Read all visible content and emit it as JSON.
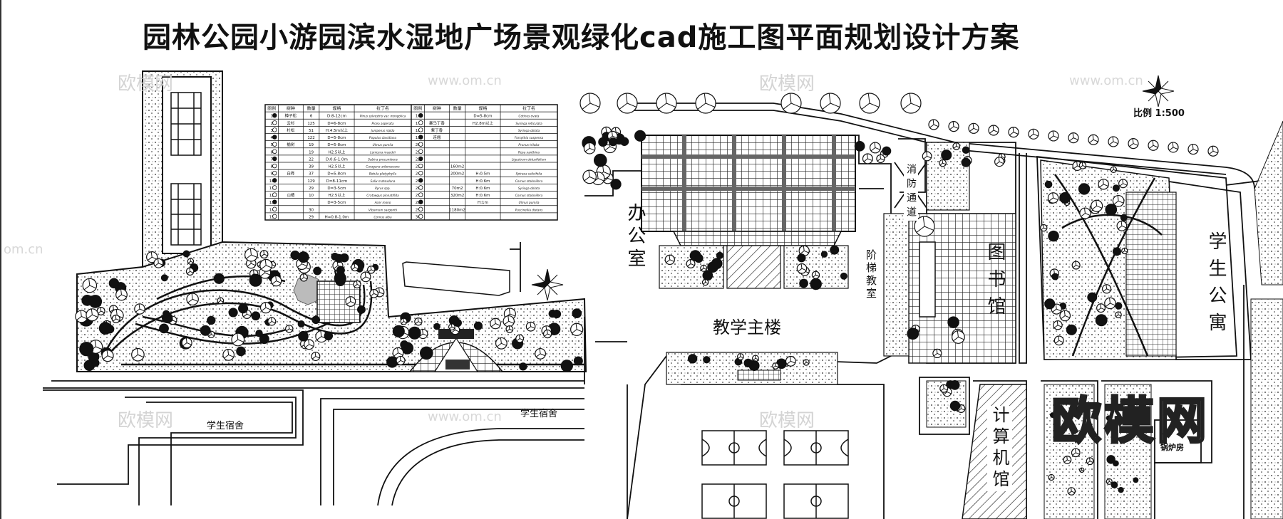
{
  "title": "园林公园小游园滨水湿地广场景观绿化cad施工图平面规划设计方案",
  "scale_label": "比例 1:500",
  "labels": {
    "office": "办公室",
    "main_building": "教学主楼",
    "stair_classroom": "阶梯教室",
    "fire_lane": "消防通道",
    "library": "图书馆",
    "student_apartment": "学生公寓",
    "dorm_left": "学生宿舍",
    "dorm_right": "学生宿舍",
    "computer_hall": "计算机馆",
    "boiler_room": "锅炉房"
  },
  "watermark": {
    "brand": "欧模网",
    "url": "www.om.cn",
    "url_short": "om.cn"
  },
  "plant_table": {
    "headers": [
      "图例",
      "树种",
      "数量",
      "规格",
      "拉丁名"
    ],
    "rows_left": [
      [
        "1",
        "樟子松",
        "6",
        "D:8-12cm",
        "Pinus sylvestris var. mongolica"
      ],
      [
        "2",
        "云杉",
        "125",
        "D=6-8cm",
        "Picea asperata"
      ],
      [
        "3",
        "杜松",
        "51",
        "H:4.5m以上",
        "Juniperus rigida"
      ],
      [
        "4",
        "",
        "122",
        "D=5-8cm",
        "Populus davidiana"
      ],
      [
        "5",
        "榆树",
        "19",
        "D=5-8cm",
        "Ulmus pumila"
      ],
      [
        "6",
        "",
        "19",
        "H2.5以上",
        "Lonicera maackii"
      ],
      [
        "7",
        "",
        "22",
        "D:0.6-1.0m",
        "Sabina procumbens"
      ],
      [
        "8",
        "",
        "39",
        "H2.5以上",
        "Caragana arborescens"
      ],
      [
        "9",
        "白桦",
        "37",
        "D=5-8cm",
        "Betula platyphylla"
      ],
      [
        "10",
        "",
        "129",
        "D=8-11cm",
        "Salix matsudana"
      ],
      [
        "11",
        "",
        "29",
        "D=3-5cm",
        "Pyrus spp."
      ],
      [
        "12",
        "山楂",
        "10",
        "H2.5以上",
        "Crataegus pinnatifida"
      ],
      [
        "13",
        "",
        "",
        "D=3-5cm",
        "Acer mono"
      ],
      [
        "14",
        "",
        "30",
        "",
        "Viburnum sargentii"
      ],
      [
        "15",
        "",
        "29",
        "H=0.8-1.0m",
        "Cornus alba"
      ]
    ],
    "rows_right": [
      [
        "16",
        "",
        "",
        "D=5-8cm",
        "Cotinus ovata"
      ],
      [
        "17",
        "暴马丁香",
        "",
        "H2.8m以上",
        "Syringa reticulata"
      ],
      [
        "18",
        "紫丁香",
        "",
        "",
        "Syringa oblata"
      ],
      [
        "19",
        "连翘",
        "",
        "",
        "Forsythia suspensa"
      ],
      [
        "20",
        "",
        "",
        "",
        "Prunus triloba"
      ],
      [
        "21",
        "",
        "",
        "",
        "Rosa xanthina"
      ],
      [
        "22",
        "",
        "",
        "",
        "Ligustrum obtusifolium"
      ],
      [
        "23",
        "",
        "160m2",
        "",
        ""
      ],
      [
        "24",
        "",
        "200m2",
        "H:0.5m",
        "Spiraea salicifolia"
      ],
      [
        "25",
        "",
        "",
        "H:0.6m",
        "Cornus stolonifera"
      ],
      [
        "26",
        "",
        "70m2",
        "H:0.6m",
        "Syringa oblata"
      ],
      [
        "27",
        "",
        "320m2",
        "H:0.6m",
        "Cornus stolonifera"
      ],
      [
        "28",
        "",
        "",
        "H:1m",
        "Ulmus pumila"
      ],
      [
        "29",
        "",
        "1180m2",
        "",
        "Puccinellia distans"
      ],
      [
        "30",
        "",
        "",
        "",
        ""
      ]
    ]
  }
}
